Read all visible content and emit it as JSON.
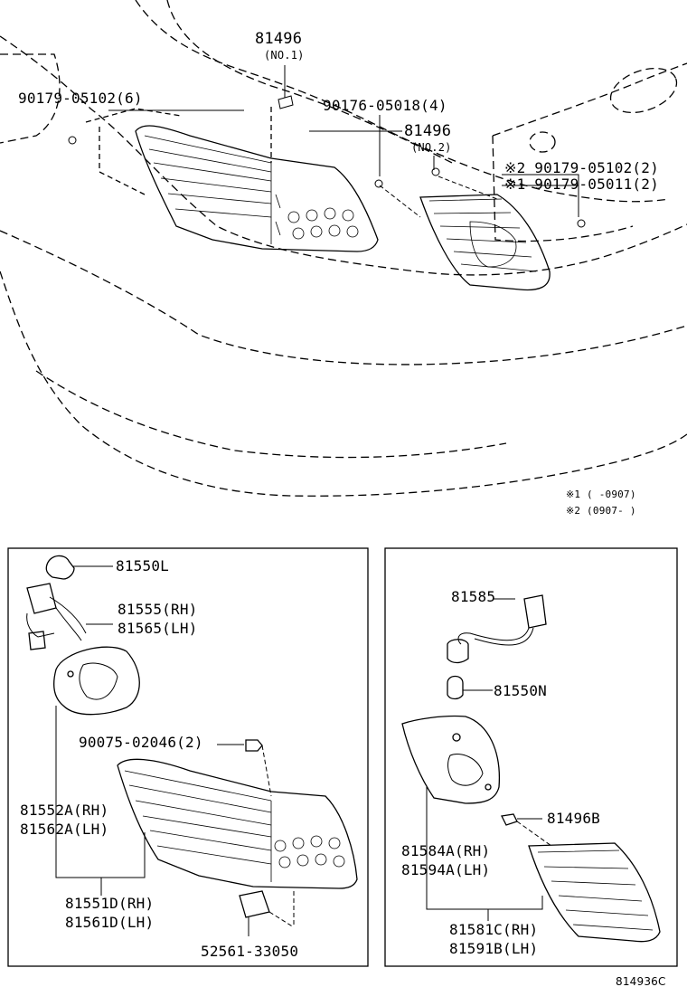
{
  "top": {
    "p81496_no1": "81496",
    "p81496_no1_sub": "(NO.1)",
    "p90179_05102_6": "90179-05102(6)",
    "p90176_05018_4": "90176-05018(4)",
    "p81496_no2": "81496",
    "p81496_no2_sub": "(NO.2)",
    "p90179_05102_2": "※2 90179-05102(2)",
    "p90179_05011_2": "※1 90179-05011(2)",
    "note1": "※1 (      -0907)",
    "note2": "※2 (0907-      )"
  },
  "left_box": {
    "p81550L": "81550L",
    "p81555": "81555(RH)",
    "p81565": "81565(LH)",
    "p90075": "90075-02046(2)",
    "p81552A": "81552A(RH)",
    "p81562A": "81562A(LH)",
    "p81551D": "81551D(RH)",
    "p81561D": "81561D(LH)",
    "p52561": "52561-33050"
  },
  "right_box": {
    "p81585": "81585",
    "p81550N": "81550N",
    "p81496B": "81496B",
    "p81584A": "81584A(RH)",
    "p81594A": "81594A(LH)",
    "p81581C": "81581C(RH)",
    "p81591B": "81591B(LH)"
  },
  "diagram_code": "814936C"
}
